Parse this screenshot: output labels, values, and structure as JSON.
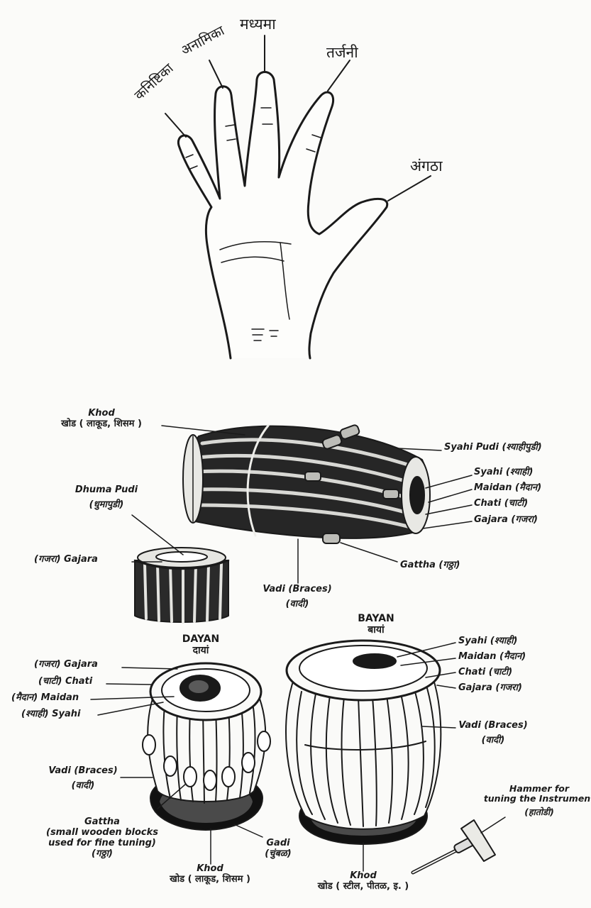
{
  "hand": {
    "fingers": {
      "kanishtika": "कनिष्टिका",
      "anamika": "अनामिका",
      "madhyama": "मध्यमा",
      "tarjani": "तर्जनी",
      "angatha": "अंगठा"
    }
  },
  "pakhawaj": {
    "khod_en": "Khod",
    "khod_mr": "खोड ( लाकूड, शिसम )",
    "syahi_pudi": "Syahi Pudi (श्याहीपुडी)",
    "syahi": "Syahi  (श्याही)",
    "maidan": "Maidan  (मैदान)",
    "chati": "Chati  (चाटी)",
    "gajara": "Gajara  (गजरा)",
    "gattha": "Gattha  (गठ्ठा)",
    "vadi_en": "Vadi (Braces)",
    "vadi_mr": "(वादी)",
    "dhuma_pudi_en": "Dhuma Pudi",
    "dhuma_pudi_mr": "(धुमापुडी)",
    "dhuma_gajara": "(गजरा)  Gajara"
  },
  "dayan": {
    "name_en": "DAYAN",
    "name_mr": "दायां",
    "gajara": "(गजरा)  Gajara",
    "chati": "(चाटी)  Chati",
    "maidan": "(मैदान)  Maidan",
    "syahi": "(श्याही)  Syahi",
    "vadi_en": "Vadi (Braces)",
    "vadi_mr": "(वादी)",
    "gattha_1": "Gattha",
    "gattha_2": "(small wooden blocks",
    "gattha_3": "used for fine tuning)",
    "gattha_4": "(गठ्ठा)",
    "gadi_en": "Gadi",
    "gadi_mr": "(चुंबळ)",
    "khod_en": "Khod",
    "khod_mr": "खोड ( लाकूड, शिसम )"
  },
  "bayan": {
    "name_en": "BAYAN",
    "name_mr": "बायां",
    "syahi": "Syahi  (श्याही)",
    "maidan": "Maidan  (मैदान)",
    "chati": "Chati  (चाटी)",
    "gajara": "Gajara  (गजरा)",
    "vadi_en": "Vadi (Braces)",
    "vadi_mr": "(वादी)",
    "khod_en": "Khod",
    "khod_mr": "खोड ( स्टील, पीतळ, इ. )"
  },
  "hammer": {
    "line1": "Hammer for",
    "line2": "tuning the Instrument",
    "line3": "(हातोडी)"
  }
}
